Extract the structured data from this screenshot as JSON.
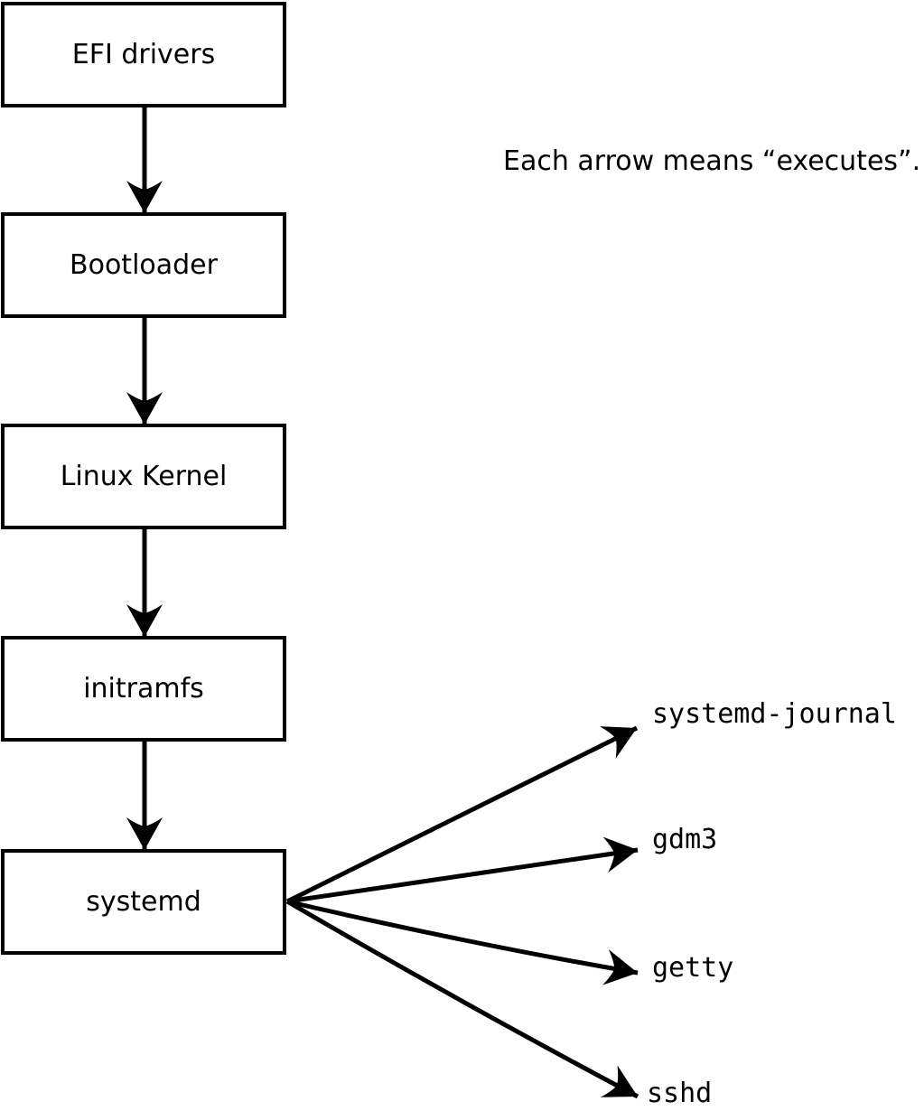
{
  "diagram": {
    "title": "linux-boot-flow",
    "note": "Each arrow means “executes”.",
    "arrow_meaning": "executes",
    "flow_boxes": [
      {
        "label": "EFI drivers"
      },
      {
        "label": "Bootloader"
      },
      {
        "label": "Linux Kernel"
      },
      {
        "label": "initramfs"
      },
      {
        "label": "systemd"
      }
    ],
    "targets": [
      {
        "label": "systemd-journal"
      },
      {
        "label": "gdm3"
      },
      {
        "label": "getty"
      },
      {
        "label": "sshd"
      }
    ],
    "colors": {
      "background": "#ffffff",
      "box_fill": "#ffffff",
      "line": "#000000",
      "text": "#000000"
    }
  }
}
